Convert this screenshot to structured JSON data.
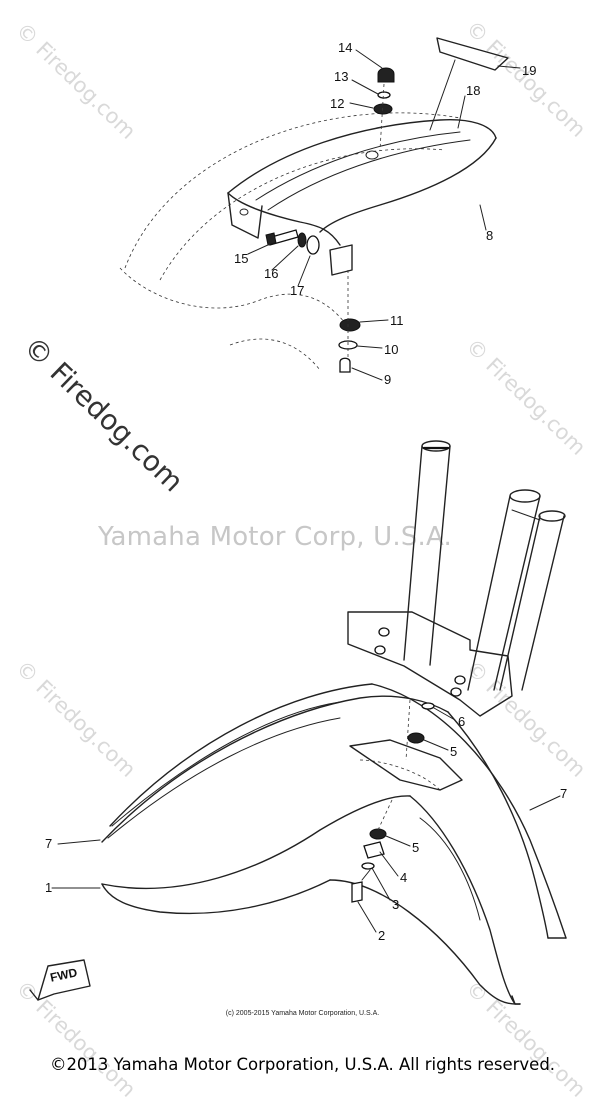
{
  "watermarks": {
    "brand": "© Firedog.com",
    "center": "Yamaha Motor Corp, U.S.A."
  },
  "callouts": {
    "c1": "1",
    "c2": "2",
    "c3": "3",
    "c4": "4",
    "c5a": "5",
    "c5b": "5",
    "c6": "6",
    "c7a": "7",
    "c7b": "7",
    "c8": "8",
    "c9": "9",
    "c10": "10",
    "c11": "11",
    "c12": "12",
    "c13": "13",
    "c14": "14",
    "c15": "15",
    "c16": "16",
    "c17": "17",
    "c18": "18",
    "c19": "19"
  },
  "fwd_label": "FWD",
  "small_copyright": "(c) 2005-2015 Yamaha Motor Corporation, U.S.A.",
  "footer_copyright": "©2013 Yamaha Motor Corporation, U.S.A. All rights reserved."
}
